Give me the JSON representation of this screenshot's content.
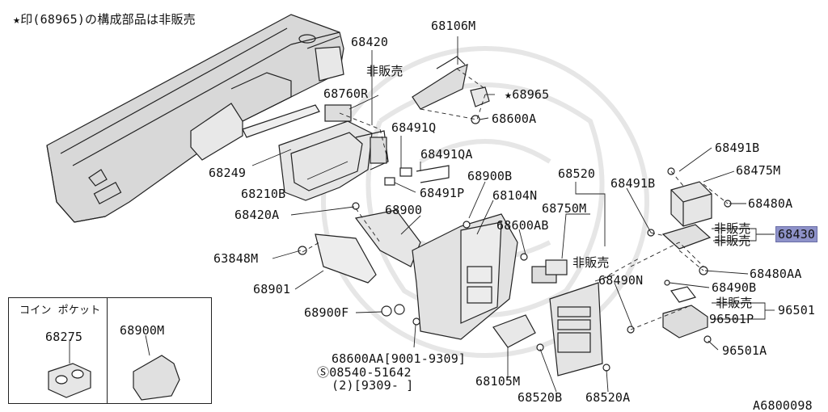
{
  "note": "★印(68965)の構成部品は非販売",
  "drawing_id": "A6800098",
  "labels": {
    "p68420": "68420",
    "hanbai_a": "非販売",
    "p68760R": "68760R",
    "p68106M": "68106M",
    "p68965": "★68965",
    "p68600A": "68600A",
    "p68491Q": "68491Q",
    "p68491QA": "68491QA",
    "p68491P": "68491P",
    "p68249": "68249",
    "p68210B": "68210B",
    "p68420A": "68420A",
    "p68900B": "68900B",
    "p68104N": "68104N",
    "p68900": "68900",
    "p68600AB": "68600AB",
    "p68520": "68520",
    "p68750M": "68750M",
    "p68491B_a": "68491B",
    "p68491B_b": "68491B",
    "p68475M": "68475M",
    "p68480A": "68480A",
    "hanbai_b": "非販売",
    "hanbai_c": "非販売",
    "p68430": "68430",
    "p68480AA": "68480AA",
    "p63848M": "63848M",
    "hanbai_d": "非販売",
    "p68490N": "68490N",
    "p68490B": "68490B",
    "p68901": "68901",
    "hanbai_e": "非販売",
    "p96501": "96501",
    "p68900F": "68900F",
    "p96501P": "96501P",
    "p68600AA": "68600AA[9001-9309]",
    "p08540": "Ⓢ08540-51642",
    "p08540_qty": "(2)[9309-      ]",
    "p96501A": "96501A",
    "p68105M": "68105M",
    "p68520B": "68520B",
    "p68520A": "68520A"
  },
  "inset": {
    "title": "コイン ポケット",
    "left_part": "68275",
    "right_part": "68900M"
  }
}
